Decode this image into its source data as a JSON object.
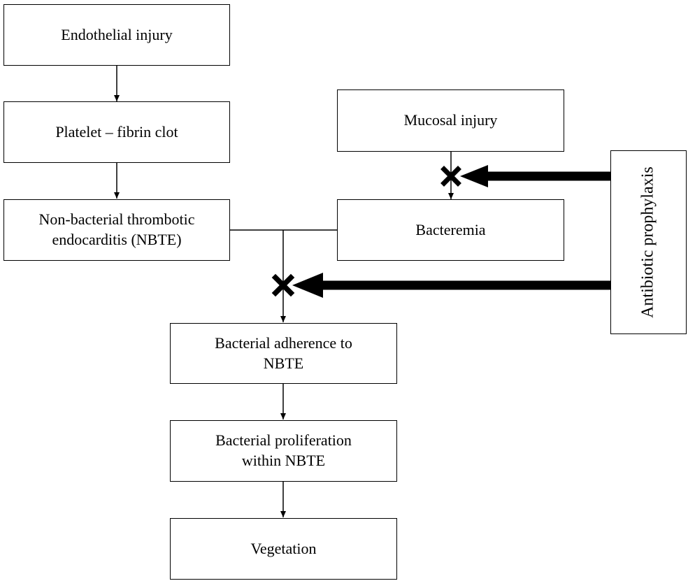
{
  "nodes": {
    "endothelial_injury": "Endothelial injury",
    "platelet_fibrin_clot": "Platelet – fibrin clot",
    "nbte": "Non-bacterial thrombotic\nendocarditis (NBTE)",
    "mucosal_injury": "Mucosal injury",
    "bacteremia": "Bacteremia",
    "bacterial_adherence": "Bacterial adherence to\nNBTE",
    "bacterial_proliferation": "Bacterial proliferation\nwithin NBTE",
    "vegetation": "Vegetation",
    "antibiotic_prophylaxis": "Antibiotic prophylaxis"
  },
  "edges": [
    {
      "from": "endothelial_injury",
      "to": "platelet_fibrin_clot"
    },
    {
      "from": "platelet_fibrin_clot",
      "to": "nbte"
    },
    {
      "from": "mucosal_injury",
      "to": "bacteremia",
      "blocked_by": "antibiotic_prophylaxis"
    },
    {
      "from": "nbte",
      "to": "bacterial_adherence",
      "joined_with": "bacteremia",
      "blocked_by": "antibiotic_prophylaxis"
    },
    {
      "from": "bacterial_adherence",
      "to": "bacterial_proliferation"
    },
    {
      "from": "bacterial_proliferation",
      "to": "vegetation"
    }
  ],
  "colors": {
    "line": "#000000",
    "background": "#ffffff"
  }
}
